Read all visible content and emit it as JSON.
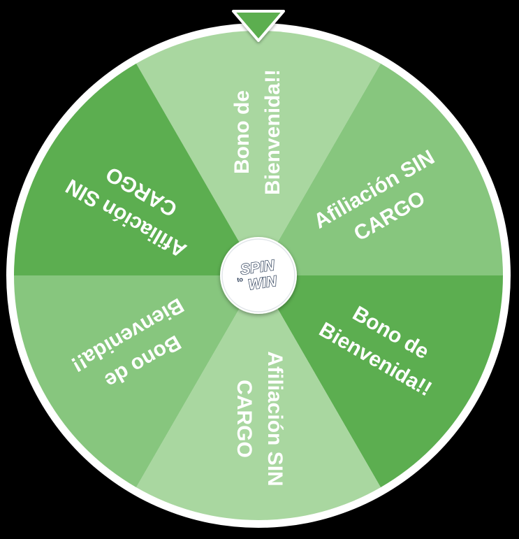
{
  "wheel": {
    "segments": [
      {
        "lines": [
          "Bono de",
          "Bienvenida!!"
        ],
        "color": "#a9d7a0"
      },
      {
        "lines": [
          "Afiliación SIN",
          "CARGO"
        ],
        "color": "#87c67e"
      },
      {
        "lines": [
          "Bono de",
          "Bienvenida!!"
        ],
        "color": "#5cae50"
      },
      {
        "lines": [
          "Afiliación SIN",
          "CARGO"
        ],
        "color": "#a9d7a0"
      },
      {
        "lines": [
          "Bono de",
          "Bienvenida!!"
        ],
        "color": "#87c67e"
      },
      {
        "lines": [
          "Afiliación SIN",
          "CARGO"
        ],
        "color": "#5cae50"
      }
    ],
    "rim_color": "#ffffff",
    "background": "#000000",
    "pointer": {
      "color": "#5cae50",
      "border": "#ffffff"
    },
    "hub": {
      "logo_line1": "SPIN",
      "logo_small": "to",
      "logo_line2": "WIN",
      "logo_text_color": "#ffffff",
      "logo_outline_color": "#283a55"
    }
  }
}
